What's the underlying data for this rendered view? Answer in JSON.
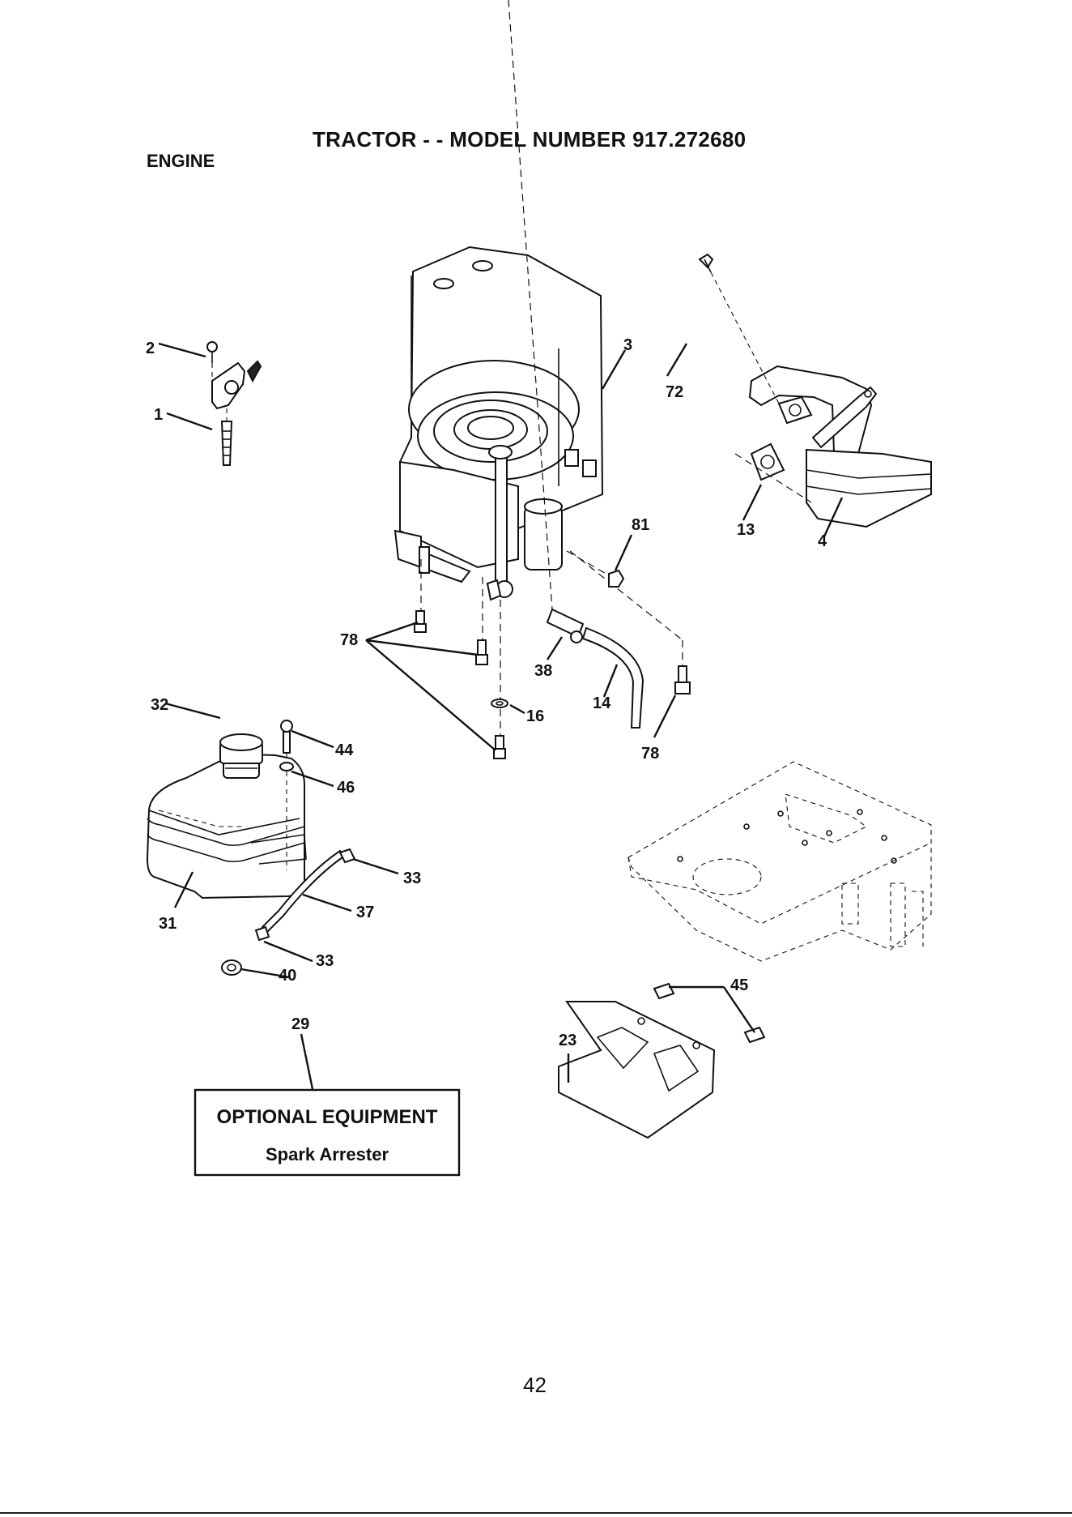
{
  "header": {
    "title": "TRACTOR - - MODEL NUMBER  917.272680",
    "section": "ENGINE"
  },
  "callouts": [
    "1",
    "2",
    "3",
    "72",
    "13",
    "4",
    "81",
    "78",
    "38",
    "14",
    "16",
    "78",
    "32",
    "44",
    "46",
    "33",
    "37",
    "31",
    "33",
    "40",
    "45",
    "23",
    "29"
  ],
  "optional_box": {
    "heading": "OPTIONAL EQUIPMENT",
    "item": "Spark Arrester"
  },
  "footer": {
    "page_number": "42"
  }
}
